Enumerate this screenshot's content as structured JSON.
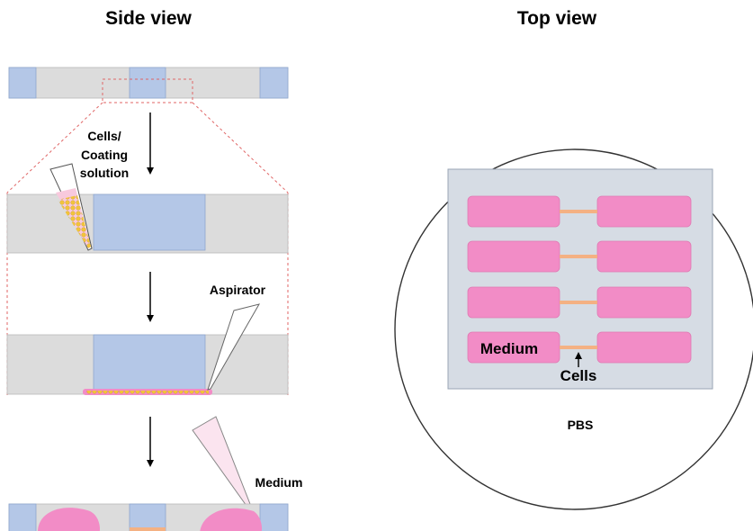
{
  "titles": {
    "side": "Side view",
    "top": "Top view"
  },
  "labels": {
    "cells_coating": [
      "Cells/",
      "Coating",
      "solution"
    ],
    "aspirator": "Aspirator",
    "medium_side": "Medium",
    "medium_top": "Medium",
    "cells_top": "Cells",
    "pbs": "PBS"
  },
  "colors": {
    "gray_chamber": "#dcdcdc",
    "blue_block": "#b4c7e7",
    "pink_medium": "#f28cc6",
    "orange_cells": "#f4b183",
    "cell_dots": "#f2c43a",
    "red_dashed": "#e06666",
    "dish_bg": "#d6dce4"
  },
  "icons": [
    "pipette-icon",
    "aspirator-tip-icon",
    "down-arrow-icon"
  ]
}
